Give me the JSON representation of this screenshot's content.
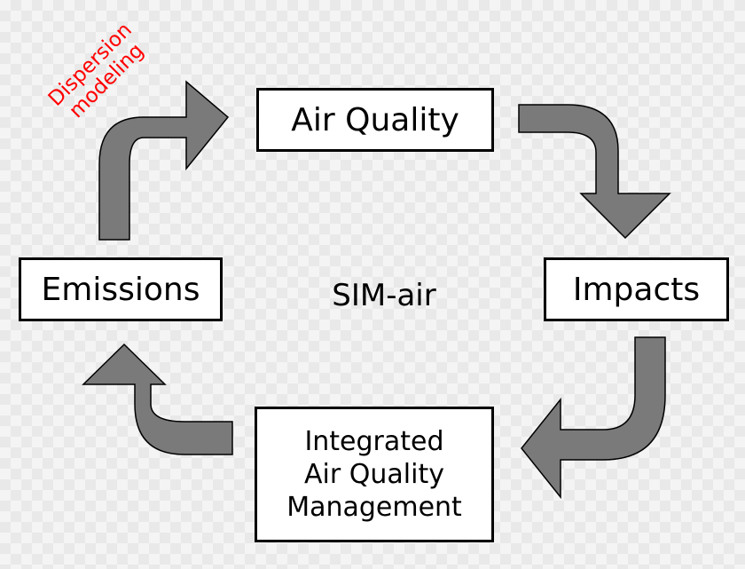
{
  "diagram": {
    "center_label": "SIM-air",
    "nodes": {
      "air_quality": "Air Quality",
      "emissions": "Emissions",
      "impacts": "Impacts",
      "iaqm_line1": "Integrated",
      "iaqm_line2": "Air Quality",
      "iaqm_line3": "Management"
    },
    "annotation": {
      "line1": "Dispersion",
      "line2": "modeling"
    }
  },
  "colors": {
    "arrow_fill": "#7a7a7a",
    "box_border": "#000000",
    "annotation": "#ff0000"
  }
}
